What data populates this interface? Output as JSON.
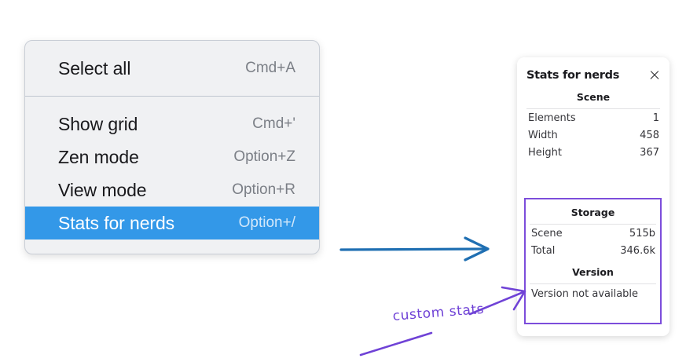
{
  "menu": {
    "groups": [
      {
        "name": "group-1",
        "items": [
          {
            "label": "Select all",
            "shortcut": "Cmd+A",
            "selected": false
          }
        ]
      },
      {
        "name": "group-2",
        "items": [
          {
            "label": "Show grid",
            "shortcut": "Cmd+'",
            "selected": false
          },
          {
            "label": "Zen mode",
            "shortcut": "Option+Z",
            "selected": false
          },
          {
            "label": "View mode",
            "shortcut": "Option+R",
            "selected": false
          },
          {
            "label": "Stats for nerds",
            "shortcut": "Option+/",
            "selected": true
          }
        ]
      }
    ]
  },
  "stats_panel": {
    "title": "Stats for nerds",
    "close_icon": "close-icon",
    "sections": [
      {
        "heading": "Scene",
        "rows": [
          {
            "label": "Elements",
            "value": "1"
          },
          {
            "label": "Width",
            "value": "458"
          },
          {
            "label": "Height",
            "value": "367"
          }
        ]
      },
      {
        "heading": "Storage",
        "rows": [
          {
            "label": "Scene",
            "value": "515b"
          },
          {
            "label": "Total",
            "value": "346.6k"
          }
        ]
      },
      {
        "heading": "Version",
        "plain_rows": [
          "Version not available"
        ]
      }
    ]
  },
  "annotations": {
    "custom_stats_label": "custom stats",
    "blue_arrow_color": "#1f6fb2",
    "purple_color": "#6f42d6",
    "highlight_box_color": "#7c4ddb"
  },
  "colors": {
    "menu_background": "#f0f1f3",
    "menu_border": "#c9ced6",
    "menu_separator": "#c0c6cf",
    "selection_blue": "#3398e8",
    "label_text": "#19191c",
    "shortcut_text": "#7b7f86",
    "panel_background": "#ffffff",
    "panel_divider": "#e2e2e4",
    "page_background": "#ffffff"
  }
}
